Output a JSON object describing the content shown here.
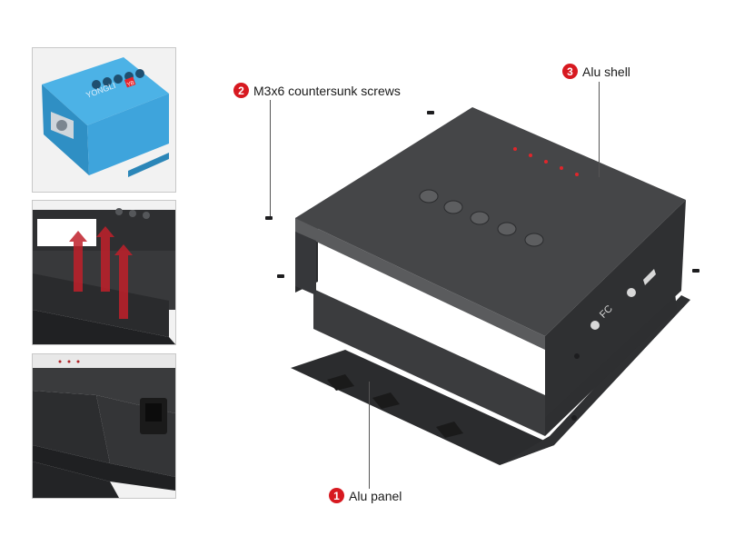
{
  "callouts": [
    {
      "number": "2",
      "label": "M3x6 countersunk screws"
    },
    {
      "number": "3",
      "label": "Alu shell"
    },
    {
      "number": "1",
      "label": "Alu panel"
    }
  ],
  "thumbnails": {
    "blue_brand_text": "YONGLI",
    "blue_brand_badge": "YB"
  },
  "colors": {
    "callout_red": "#d71920",
    "shell_dark": "#3a3b3d",
    "thumb_blue": "#3ea4dc"
  },
  "icons": [
    "recycle-icon",
    "fcc-icon",
    "ce-icon",
    "weee-icon"
  ]
}
